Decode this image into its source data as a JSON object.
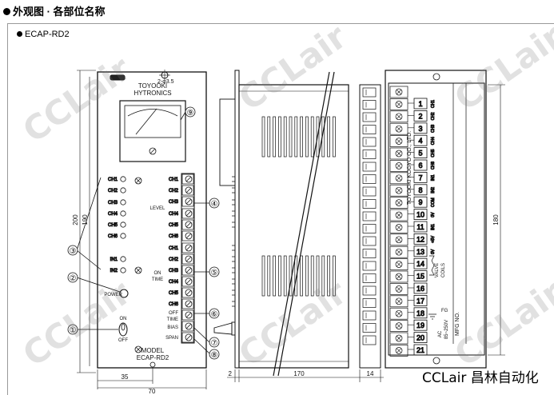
{
  "header": {
    "title": "外观图 · 各部位名称"
  },
  "figure": {
    "model_label": "ECAP-RD2"
  },
  "watermark": {
    "text": "CCLair"
  },
  "brand": {
    "text": "CCLair 昌林自动化"
  },
  "front_panel": {
    "maker_line1": "TOYOOKI",
    "maker_line2": "HYTRONICS",
    "hole_label": "2-φ3.5",
    "channels_led": [
      "CH1",
      "CH2",
      "CH3",
      "CH4",
      "CH5",
      "CH6"
    ],
    "inputs_led": [
      "IN1",
      "IN2"
    ],
    "power_label": "POWER",
    "on_label": "ON",
    "off_label": "OFF",
    "model_line1": "MODEL",
    "model_line2": "ECAP-RD2",
    "level_label": "LEVEL",
    "level_channels": [
      "CH1",
      "CH2",
      "CH3",
      "CH4",
      "CH5",
      "CH6"
    ],
    "ontime_label1": "ON",
    "ontime_label2": "TIME",
    "ontime_channels": [
      "CH1",
      "CH2",
      "CH3",
      "CH4",
      "CH5",
      "CH6"
    ],
    "offtime_label1": "OFF",
    "offtime_label2": "TIME",
    "bias_label": "BIAS",
    "span_label": "SPAN"
  },
  "callouts": [
    "①",
    "②",
    "③",
    "④",
    "⑤",
    "⑥",
    "⑦",
    "⑧",
    "⑨"
  ],
  "dimensions": {
    "height_outer": "200",
    "height_inner": "190",
    "width_half": "35",
    "width_total": "70",
    "side_left": "2",
    "side_depth": "170",
    "side_right": "14",
    "rear_height": "180"
  },
  "terminal_block": {
    "numbers": [
      "1",
      "2",
      "3",
      "4",
      "5",
      "6",
      "7",
      "8",
      "9",
      "10",
      "11",
      "12",
      "13",
      "14",
      "15",
      "16",
      "17",
      "18",
      "19",
      "20",
      "21"
    ],
    "signals": [
      "CH1",
      "CH2",
      "CH3",
      "CH4",
      "CH5",
      "CH6",
      "IN1",
      "IN2",
      "COM",
      "0V",
      "IN1",
      "+5V",
      "0V"
    ],
    "valve_label": "VALVE",
    "coils_label": "COILS",
    "fg_label": "FG",
    "ac_label": "AC",
    "ac_voltage": "85~250V",
    "company": "TOYOOKI KOGYO CO., LTD.",
    "mfg": "MFG NO."
  }
}
